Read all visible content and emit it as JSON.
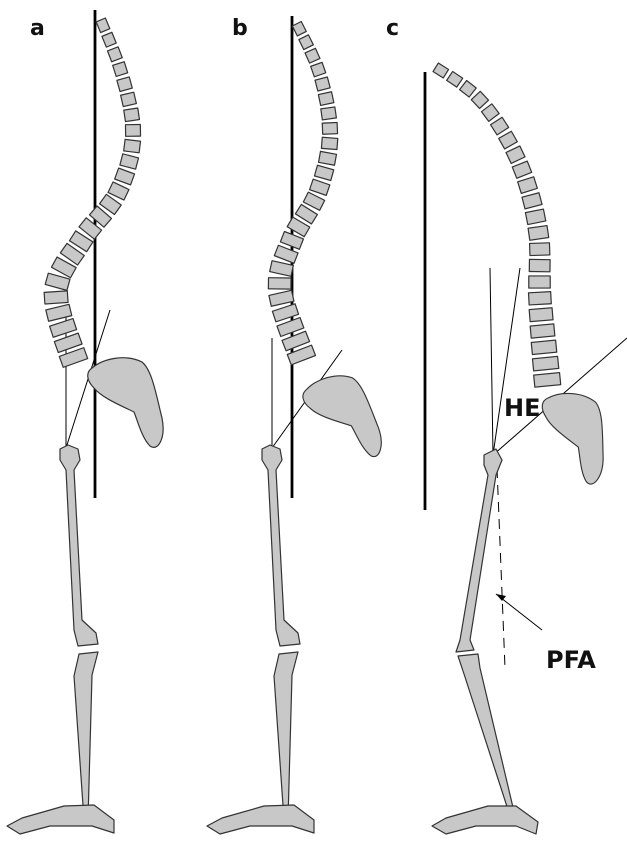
{
  "panels": [
    {
      "label": "a"
    },
    {
      "label": "b"
    },
    {
      "label": "c"
    }
  ],
  "annotations": {
    "hip_extension": "HE",
    "pelvic_femoral_angle": "PFA"
  },
  "colors": {
    "bone_fill": "#c8c8c8",
    "bone_outline": "#333333",
    "line": "#000000",
    "background": "#ffffff"
  }
}
